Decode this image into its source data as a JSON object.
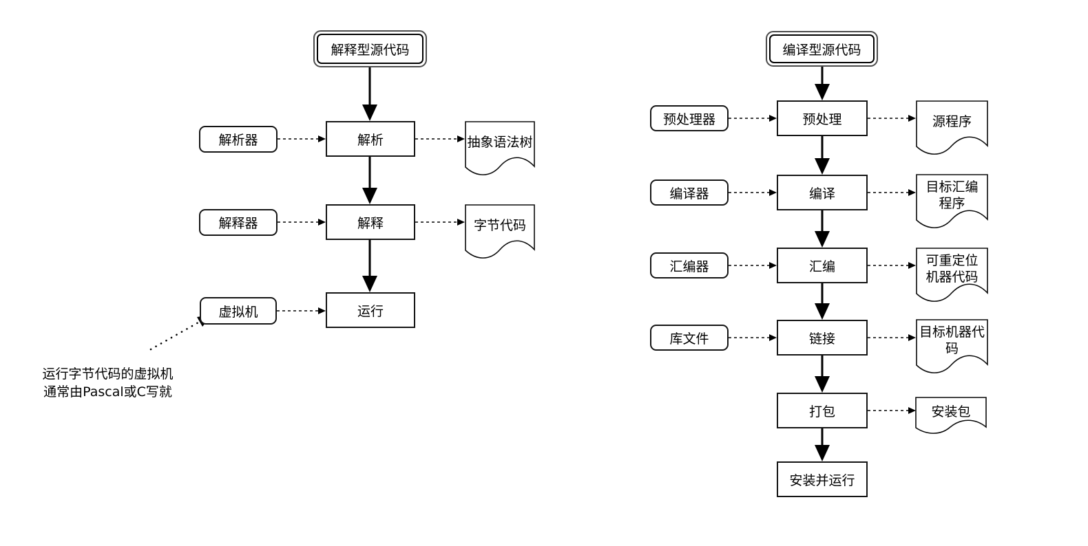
{
  "background": "#ffffff",
  "stroke_color": "#000000",
  "left_flow": {
    "source": "解释型源代码",
    "steps": [
      {
        "tool": "解析器",
        "process": "解析",
        "output": "抽象语法树"
      },
      {
        "tool": "解释器",
        "process": "解释",
        "output": "字节代码"
      },
      {
        "tool": "虚拟机",
        "process": "运行"
      }
    ],
    "note": "运行字节代码的虚拟机\n通常由Pascal或C写就"
  },
  "right_flow": {
    "source": "编译型源代码",
    "steps": [
      {
        "tool": "预处理器",
        "process": "预处理",
        "output": "源程序"
      },
      {
        "tool": "编译器",
        "process": "编译",
        "output": "目标汇编\n程序"
      },
      {
        "tool": "汇编器",
        "process": "汇编",
        "output": "可重定位\n机器代码"
      },
      {
        "tool": "库文件",
        "process": "链接",
        "output": "目标机器代\n码"
      },
      {
        "process": "打包",
        "output": "安装包"
      },
      {
        "process": "安装并运行"
      }
    ]
  }
}
